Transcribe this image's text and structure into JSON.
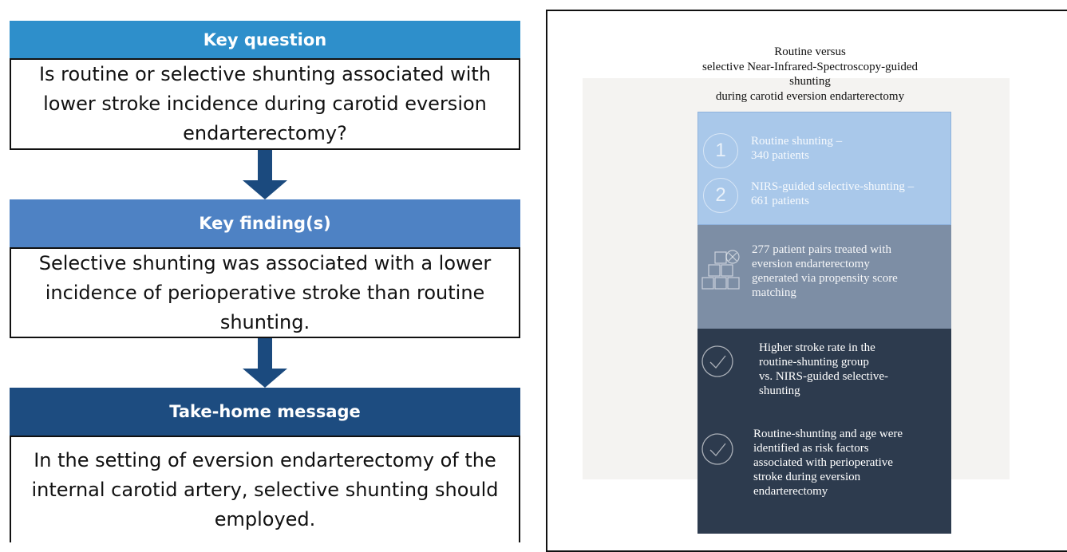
{
  "left": {
    "key_question": {
      "header": "Key question",
      "text": "Is routine or selective shunting associated with lower stroke incidence during carotid eversion endarterectomy?"
    },
    "key_findings": {
      "header": "Key finding(s)",
      "text": "Selective shunting was associated with a lower incidence of perioperative stroke than routine shunting."
    },
    "take_home": {
      "header": "Take-home message",
      "text": "In the setting of eversion endarterectomy of the internal carotid artery, selective shunting should employed."
    }
  },
  "right": {
    "title": {
      "line1": "Routine versus",
      "line2": "selective Near-Infrared-Spectroscopy-guided",
      "line3": "shunting",
      "line4": "during carotid eversion endarterectomy"
    },
    "groups": [
      {
        "number": "1",
        "line1": "Routine shunting –",
        "line2": "340 patients"
      },
      {
        "number": "2",
        "line1": "NIRS-guided selective-shunting –",
        "line2": "661 patients"
      }
    ],
    "matching": {
      "icon": "boxes-icon",
      "line1": "277 patient pairs treated with",
      "line2": "eversion endarterectomy",
      "line3": "generated via propensity score",
      "line4": "matching"
    },
    "results": [
      {
        "icon": "check-icon",
        "lines": [
          "Higher stroke rate in the",
          "routine-shunting group",
          "vs. NIRS-guided selective-",
          "shunting"
        ]
      },
      {
        "icon": "check-icon",
        "lines": [
          "Routine-shunting and age were",
          "identified as risk factors",
          "associated with perioperative",
          "stroke during eversion",
          "endarterectomy"
        ]
      }
    ]
  },
  "colors": {
    "key_question_header": "#2E8FCB",
    "key_findings_header": "#4E82C4",
    "take_home_header": "#1D4C80",
    "arrow": "#1B4A7E",
    "panel_light": "#A9C8EA",
    "panel_mid": "#7D8EA5",
    "panel_dark": "#2D3B4E",
    "panel_bg": "#F4F3F1"
  }
}
